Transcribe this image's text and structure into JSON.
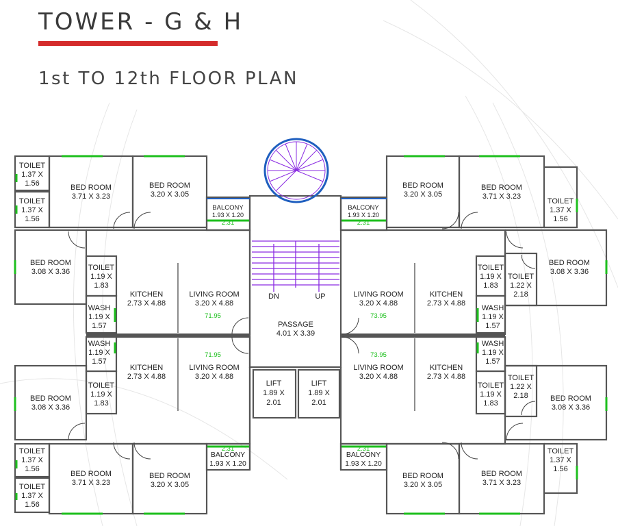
{
  "header": {
    "title": "TOWER - G & H",
    "subtitle": "1st TO 12th FLOOR PLAN"
  },
  "colors": {
    "accent_bar": "#d42b2b",
    "wall": "#555555",
    "window": "#1dbf1d",
    "staircase": "#8a2be2",
    "balcony_edge": "#1f5fbf"
  },
  "rooms": {
    "toilet_a1": {
      "name": "TOILET",
      "l1": "1.37 X",
      "l2": "1.56"
    },
    "toilet_a2": {
      "name": "TOILET",
      "l1": "1.37 X",
      "l2": "1.56"
    },
    "bed_tl_big": {
      "name": "BED ROOM",
      "dims": "3.71 X 3.23"
    },
    "bed_tl_mid": {
      "name": "BED ROOM",
      "dims": "3.20 X 3.05"
    },
    "bed_tl_side": {
      "name": "BED ROOM",
      "dims": "3.08 X 3.36"
    },
    "toilet_tl_in": {
      "name": "TOILET",
      "l1": "1.19 X",
      "l2": "1.83"
    },
    "wash_tl": {
      "name": "WASH",
      "l1": "1.19 X",
      "l2": "1.57"
    },
    "kitchen_tl": {
      "name": "KITCHEN",
      "dims": "2.73 X 4.88"
    },
    "living_tl": {
      "name": "LIVING ROOM",
      "dims": "3.20 X 4.88"
    },
    "balcony_tl": {
      "name": "BALCONY",
      "dims": "1.93 X 1.20",
      "win": "2.31"
    },
    "area_tl": "71.95",
    "bed_tr_mid": {
      "name": "BED ROOM",
      "dims": "3.20 X 3.05"
    },
    "bed_tr_big": {
      "name": "BED ROOM",
      "dims": "3.71 X 3.23"
    },
    "toilet_tr_out": {
      "name": "TOILET",
      "l1": "1.37 X",
      "l2": "1.56"
    },
    "bed_tr_side": {
      "name": "BED ROOM",
      "dims": "3.08 X 3.36"
    },
    "toilet_tr_in1": {
      "name": "TOILET",
      "l1": "1.19 X",
      "l2": "1.83"
    },
    "toilet_tr_in2": {
      "name": "TOILET",
      "l1": "1.22 X",
      "l2": "2.18"
    },
    "wash_tr": {
      "name": "WASH",
      "l1": "1.19 X",
      "l2": "1.57"
    },
    "kitchen_tr": {
      "name": "KITCHEN",
      "dims": "2.73 X 4.88"
    },
    "living_tr": {
      "name": "LIVING ROOM",
      "dims": "3.20 X 4.88"
    },
    "balcony_tr": {
      "name": "BALCONY",
      "dims": "1.93 X 1.20",
      "win": "2.31"
    },
    "area_tr": "73.95",
    "passage": {
      "name": "PASSAGE",
      "dims": "4.01 X 3.39"
    },
    "stairs": {
      "dn": "DN",
      "up": "UP"
    },
    "lift1": {
      "name": "LIFT",
      "l1": "1.89 X",
      "l2": "2.01"
    },
    "lift2": {
      "name": "LIFT",
      "l1": "1.89 X",
      "l2": "2.01"
    },
    "bed_bl_side": {
      "name": "BED ROOM",
      "dims": "3.08 X 3.36"
    },
    "toilet_bl_in": {
      "name": "TOILET",
      "l1": "1.19 X",
      "l2": "1.83"
    },
    "wash_bl": {
      "name": "WASH",
      "l1": "1.19 X",
      "l2": "1.57"
    },
    "kitchen_bl": {
      "name": "KITCHEN",
      "dims": "2.73 X 4.88"
    },
    "living_bl": {
      "name": "LIVING ROOM",
      "dims": "3.20 X 4.88"
    },
    "toilet_b1": {
      "name": "TOILET",
      "l1": "1.37 X",
      "l2": "1.56"
    },
    "toilet_b2": {
      "name": "TOILET",
      "l1": "1.37 X",
      "l2": "1.56"
    },
    "bed_bl_big": {
      "name": "BED ROOM",
      "dims": "3.71 X 3.23"
    },
    "bed_bl_mid": {
      "name": "BED ROOM",
      "dims": "3.20 X 3.05"
    },
    "balcony_bl": {
      "name": "BALCONY",
      "dims": "1.93 X 1.20",
      "win": "2.31"
    },
    "area_bl": "71.95",
    "wash_br": {
      "name": "WASH",
      "l1": "1.19 X",
      "l2": "1.57"
    },
    "toilet_br_in1": {
      "name": "TOILET",
      "l1": "1.19 X",
      "l2": "1.83"
    },
    "toilet_br_in2": {
      "name": "TOILET",
      "l1": "1.22 X",
      "l2": "2.18"
    },
    "bed_br_side": {
      "name": "BED ROOM",
      "dims": "3.08 X 3.36"
    },
    "kitchen_br": {
      "name": "KITCHEN",
      "dims": "2.73 X 4.88"
    },
    "living_br": {
      "name": "LIVING ROOM",
      "dims": "3.20 X 4.88"
    },
    "balcony_br": {
      "name": "BALCONY",
      "dims": "1.93 X 1.20",
      "win": "2.31"
    },
    "bed_br_mid": {
      "name": "BED ROOM",
      "dims": "3.20 X 3.05"
    },
    "bed_br_big": {
      "name": "BED ROOM",
      "dims": "3.71 X 3.23"
    },
    "toilet_br_out": {
      "name": "TOILET",
      "l1": "1.37 X",
      "l2": "1.56"
    },
    "area_br": "73.95"
  }
}
